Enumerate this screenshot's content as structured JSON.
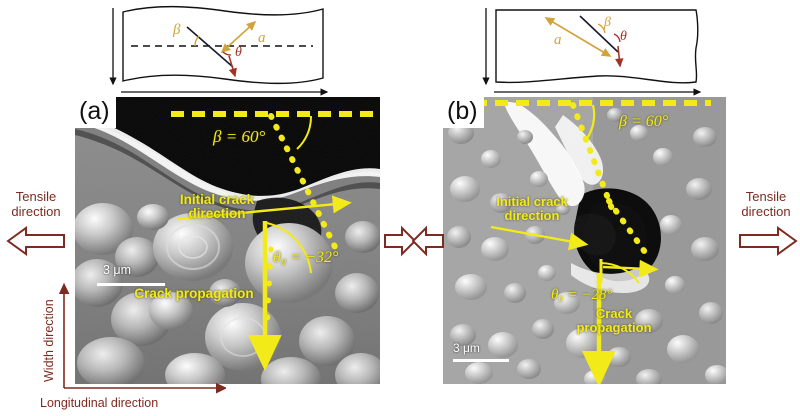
{
  "figure": {
    "description": "Two-panel SEM fractography figure with crack-angle schematics",
    "accent_yellow": "#f2ea19",
    "accent_red": "#7d2b20",
    "accent_gold": "#d3a23c"
  },
  "schematics": [
    {
      "id": "schematic-a",
      "labels": {
        "alpha": "a",
        "beta": "β",
        "theta": "θ"
      }
    },
    {
      "id": "schematic-b",
      "labels": {
        "alpha": "a",
        "beta": "β",
        "theta": "θ"
      }
    }
  ],
  "panels": [
    {
      "tag": "(a)",
      "beta_label": "β = 60°",
      "theta_label": "θ₀ = −32°",
      "initial_crack_label": "Initial crack\ndirection",
      "initial_crack_line1": "Initial crack",
      "initial_crack_line2": "direction",
      "crack_propagation_label": "Crack propagation",
      "crack_propagation_line1": "Crack propagation",
      "crack_propagation_line2": "",
      "scalebar": "3 μm"
    },
    {
      "tag": "(b)",
      "beta_label": "β = 60°",
      "theta_label": "θ₀ = −28°",
      "initial_crack_label": "Initial crack\ndirection",
      "initial_crack_line1": "Initial crack",
      "initial_crack_line2": "direction",
      "crack_propagation_label": "Crack propagation",
      "crack_propagation_line1": "Crack",
      "crack_propagation_line2": "propagation",
      "scalebar": "3 μm"
    }
  ],
  "annotations": {
    "tensile_left_line1": "Tensile",
    "tensile_left_line2": "direction",
    "tensile_right_line1": "Tensile",
    "tensile_right_line2": "direction",
    "width_direction": "Width direction",
    "longitudinal_direction": "Longitudinal direction"
  }
}
